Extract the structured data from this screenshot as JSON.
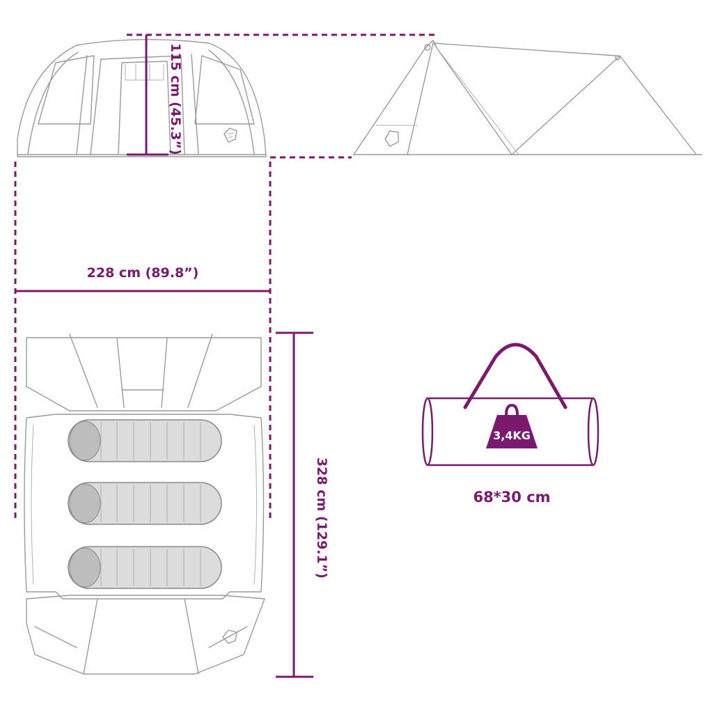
{
  "dimensions": {
    "height": "115 cm (45.3”)",
    "width": "228 cm (89.8”)",
    "length": "328 cm (129.1”)",
    "bag_size": "68*30 cm"
  },
  "bag": {
    "weight": "3,4KG"
  },
  "colors": {
    "accent": "#7a1a6e",
    "sketch": "#9a9a9a",
    "sleeping_bag_fill": "#dcdcdc"
  }
}
